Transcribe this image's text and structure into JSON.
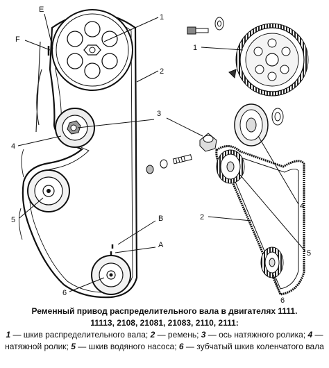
{
  "labels": {
    "left_view": {
      "E": "E",
      "F": "F",
      "one": "1",
      "two": "2",
      "three": "3",
      "four": "4",
      "five": "5",
      "B": "B",
      "A": "A",
      "six": "6"
    },
    "right_view": {
      "one": "1",
      "two": "2",
      "four": "4",
      "five": "5",
      "six": "6"
    }
  },
  "caption": {
    "title_line1": "Ременный привод распределительного вала в двигателях 1111.",
    "title_line2": "11113, 2108, 21081, 21083, 2110, 2111:",
    "legend": [
      {
        "num": "1",
        "text": " — шкив распределительного вала; "
      },
      {
        "num": "2",
        "text": " — ремень; "
      },
      {
        "num": "3",
        "text": " — ось натяжного ролика; "
      },
      {
        "num": "4",
        "text": " — натяжной ролик; "
      },
      {
        "num": "5",
        "text": " — шкив водяного насоса; "
      },
      {
        "num": "6",
        "text": " — зубчатый шкив коленчатого вала"
      }
    ]
  }
}
